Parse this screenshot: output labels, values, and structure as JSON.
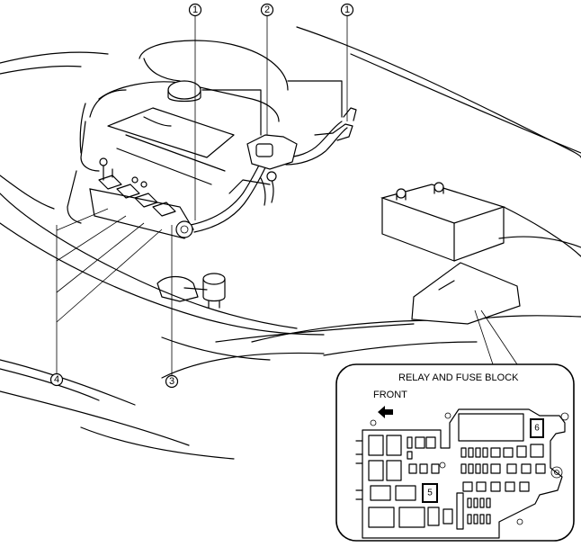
{
  "callouts": {
    "c1_left": "1",
    "c2": "2",
    "c1_right": "1",
    "c3": "3",
    "c4": "4"
  },
  "inset": {
    "title": "RELAY AND FUSE BLOCK",
    "front_label": "FRONT",
    "box_5": "5",
    "box_6": "6"
  }
}
